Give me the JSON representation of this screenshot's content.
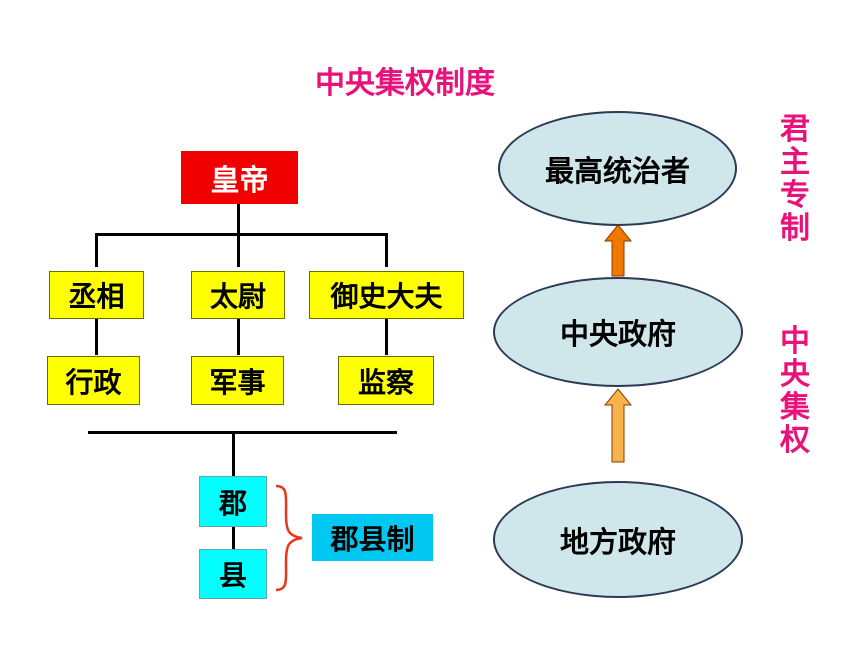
{
  "title": "中央集权制度",
  "hierarchy": {
    "emperor": "皇帝",
    "officials": [
      {
        "title": "丞相",
        "duty": "行政"
      },
      {
        "title": "太尉",
        "duty": "军事"
      },
      {
        "title": "御史大夫",
        "duty": "监察"
      }
    ],
    "local": {
      "commandery": "郡",
      "county": "县",
      "system_label": "郡县制"
    }
  },
  "power_chain": {
    "top": "最高统治者",
    "middle": "中央政府",
    "bottom": "地方政府"
  },
  "side_labels": {
    "autocracy": "君主专制",
    "centralization": "中央集权"
  },
  "colors": {
    "title": "#e8127a",
    "emperor_box": "#f20000",
    "official_box": "#ffff00",
    "local_box": "#00ffff",
    "system_box": "#00c8f0",
    "ellipse_fill": "#cfe6ea",
    "arrow": "#f07800"
  }
}
